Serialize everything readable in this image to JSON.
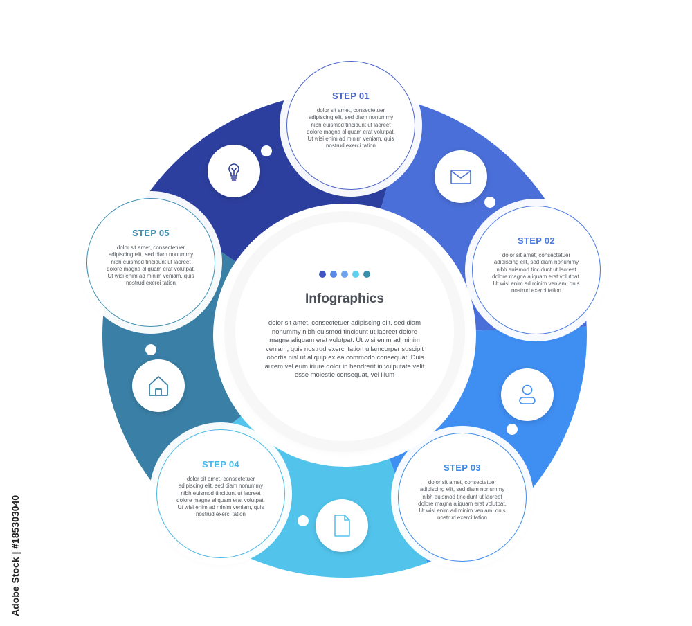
{
  "colors": {
    "segment_1": "#2d3f9e",
    "segment_2": "#4a6fd8",
    "segment_3": "#3f8ef2",
    "segment_4": "#52c4ec",
    "segment_5": "#3a7fa5",
    "step_01": "#4a63c9",
    "step_02": "#4a7be4",
    "step_03": "#3b8bea",
    "step_04": "#49b8e6",
    "step_05": "#3e8fb3",
    "dots": [
      "#3f55c2",
      "#5a88e6",
      "#6ea3ee",
      "#5fd0f0",
      "#3a8fad"
    ]
  },
  "center": {
    "title": "Infographics",
    "body": "dolor sit amet, consectetuer adipiscing elit, sed diam nonummy nibh euismod tincidunt ut laoreet dolore magna aliquam erat volutpat. Ut wisi enim ad minim veniam, quis nostrud exerci tation ullamcorper suscipit lobortis nisl ut aliquip ex ea commodo consequat. Duis autem vel eum iriure dolor in hendrerit in vulputate velit esse molestie consequat, vel illum"
  },
  "steps": [
    {
      "title": "STEP 01",
      "body": "dolor sit amet, consectetuer adipiscing elit, sed diam nonummy nibh euismod tincidunt ut laoreet dolore magna aliquam erat volutpat. Ut wisi enim ad minim veniam, quis nostrud exerci tation"
    },
    {
      "title": "STEP 02",
      "body": "dolor sit amet, consectetuer adipiscing elit, sed diam nonummy nibh euismod tincidunt ut laoreet dolore magna aliquam erat volutpat. Ut wisi enim ad minim veniam, quis nostrud exerci tation"
    },
    {
      "title": "STEP 03",
      "body": "dolor sit amet, consectetuer adipiscing elit, sed diam nonummy nibh euismod tincidunt ut laoreet dolore magna aliquam erat volutpat. Ut wisi enim ad minim veniam, quis nostrud exerci tation"
    },
    {
      "title": "STEP 04",
      "body": "dolor sit amet, consectetuer adipiscing elit, sed diam nonummy nibh euismod tincidunt ut laoreet dolore magna aliquam erat volutpat. Ut wisi enim ad minim veniam, quis nostrud exerci tation"
    },
    {
      "title": "STEP 05",
      "body": "dolor sit amet, consectetuer adipiscing elit, sed diam nonummy nibh euismod tincidunt ut laoreet dolore magna aliquam erat volutpat. Ut wisi enim ad minim veniam, quis nostrud exerci tation"
    }
  ],
  "icons": [
    "lightbulb-icon",
    "envelope-icon",
    "user-icon",
    "document-icon",
    "home-icon"
  ],
  "stock_id": "Adobe Stock | #185303040"
}
